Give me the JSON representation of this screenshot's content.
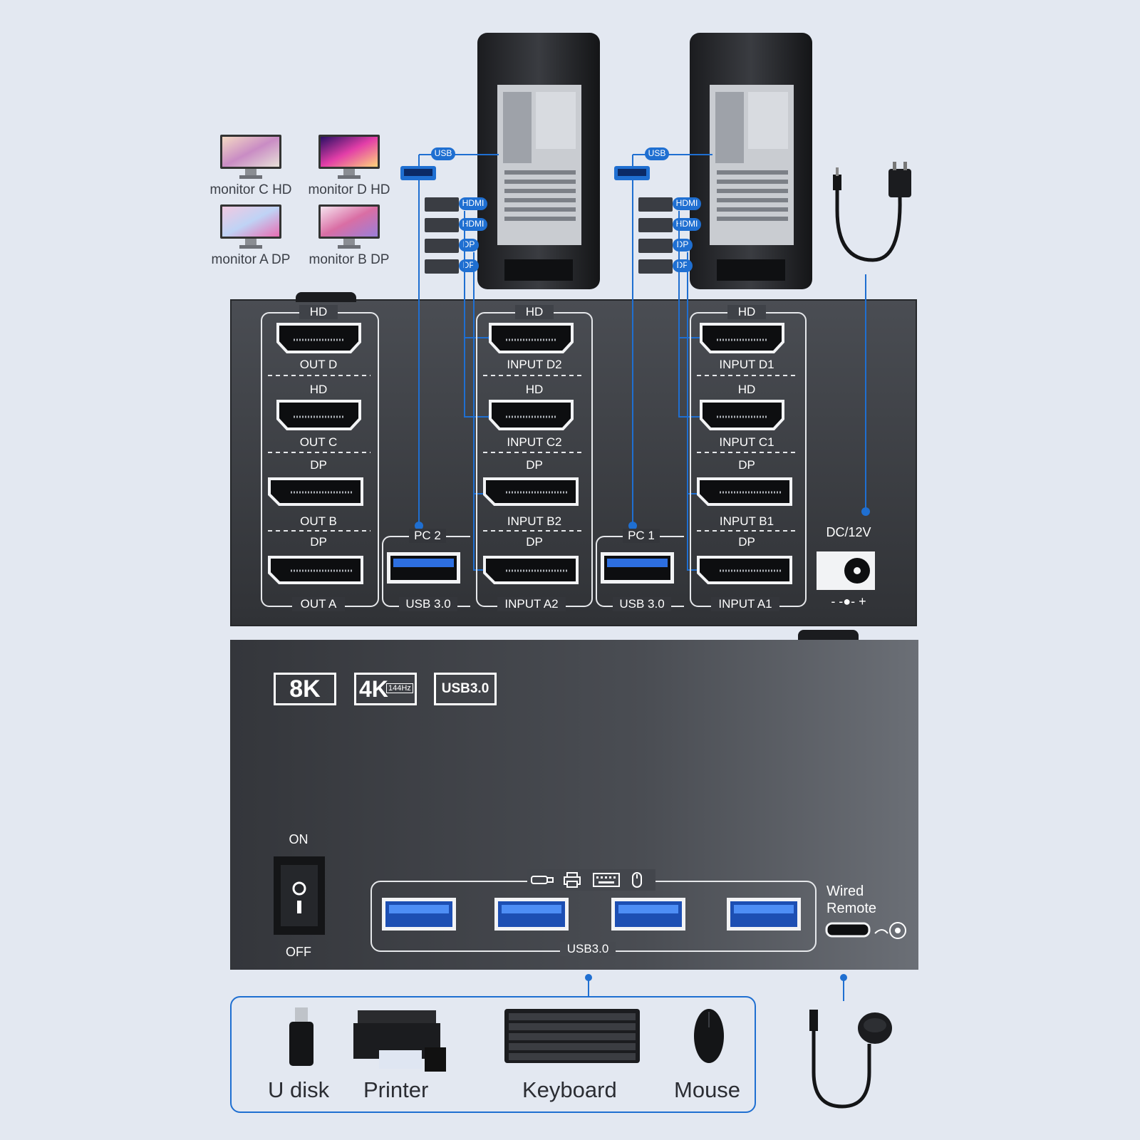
{
  "monitors": [
    {
      "label": "monitor C HD",
      "screen_colors": [
        "#e9d7c8",
        "#c27fb3",
        "#f2b98e"
      ]
    },
    {
      "label": "monitor D HD",
      "screen_colors": [
        "#2a0f64",
        "#e33ea8",
        "#ffd47a"
      ]
    },
    {
      "label": "monitor A DP",
      "screen_colors": [
        "#f1c9e1",
        "#bfd3f5",
        "#e86db2"
      ]
    },
    {
      "label": "monitor B DP",
      "screen_colors": [
        "#f6e4ef",
        "#d96ea4",
        "#9a7fd9"
      ]
    }
  ],
  "pc_cable_tags": {
    "usb": "USB",
    "hdmi": "HDMI",
    "dp": "DP"
  },
  "back_panel": {
    "output_group": {
      "sections": [
        {
          "type": "HD",
          "label": "OUT D"
        },
        {
          "type": "HD",
          "label": "OUT C"
        },
        {
          "type": "DP",
          "label": "OUT B"
        },
        {
          "type": "DP",
          "label": "OUT A"
        }
      ]
    },
    "pc2": {
      "title": "PC 2",
      "usb_label": "USB 3.0",
      "sections": [
        {
          "type": "HD",
          "label": "INPUT D2"
        },
        {
          "type": "HD",
          "label": "INPUT C2"
        },
        {
          "type": "DP",
          "label": "INPUT B2"
        },
        {
          "type": "DP",
          "label": "INPUT A2"
        }
      ]
    },
    "pc1": {
      "title": "PC 1",
      "usb_label": "USB 3.0",
      "sections": [
        {
          "type": "HD",
          "label": "INPUT D1"
        },
        {
          "type": "HD",
          "label": "INPUT C1"
        },
        {
          "type": "DP",
          "label": "INPUT B1"
        },
        {
          "type": "DP",
          "label": "INPUT A1"
        }
      ]
    },
    "power": {
      "label": "DC/12V",
      "polarity": "- -●- +"
    }
  },
  "front_panel": {
    "badges": [
      "8K",
      "4K",
      "144Hz",
      "USB3.0"
    ],
    "switch": {
      "on_label": "ON",
      "off_label": "OFF"
    },
    "usb_hub_label": "USB3.0",
    "usb_port_count": 4,
    "remote_label_line1": "Wired",
    "remote_label_line2": "Remote",
    "device_icons": [
      "usb-stick-icon",
      "printer-icon",
      "keyboard-icon",
      "mouse-icon"
    ]
  },
  "peripherals": [
    {
      "label": "U disk",
      "icon": "usb-disk-icon"
    },
    {
      "label": "Printer",
      "icon": "printer-icon"
    },
    {
      "label": "Keyboard",
      "icon": "keyboard-icon"
    },
    {
      "label": "Mouse",
      "icon": "mouse-icon"
    }
  ],
  "colors": {
    "accent": "#1f6fd1",
    "panel": "#3c3f45",
    "background": "#e3e8f1",
    "usb_blue": "#2d6fe0"
  }
}
